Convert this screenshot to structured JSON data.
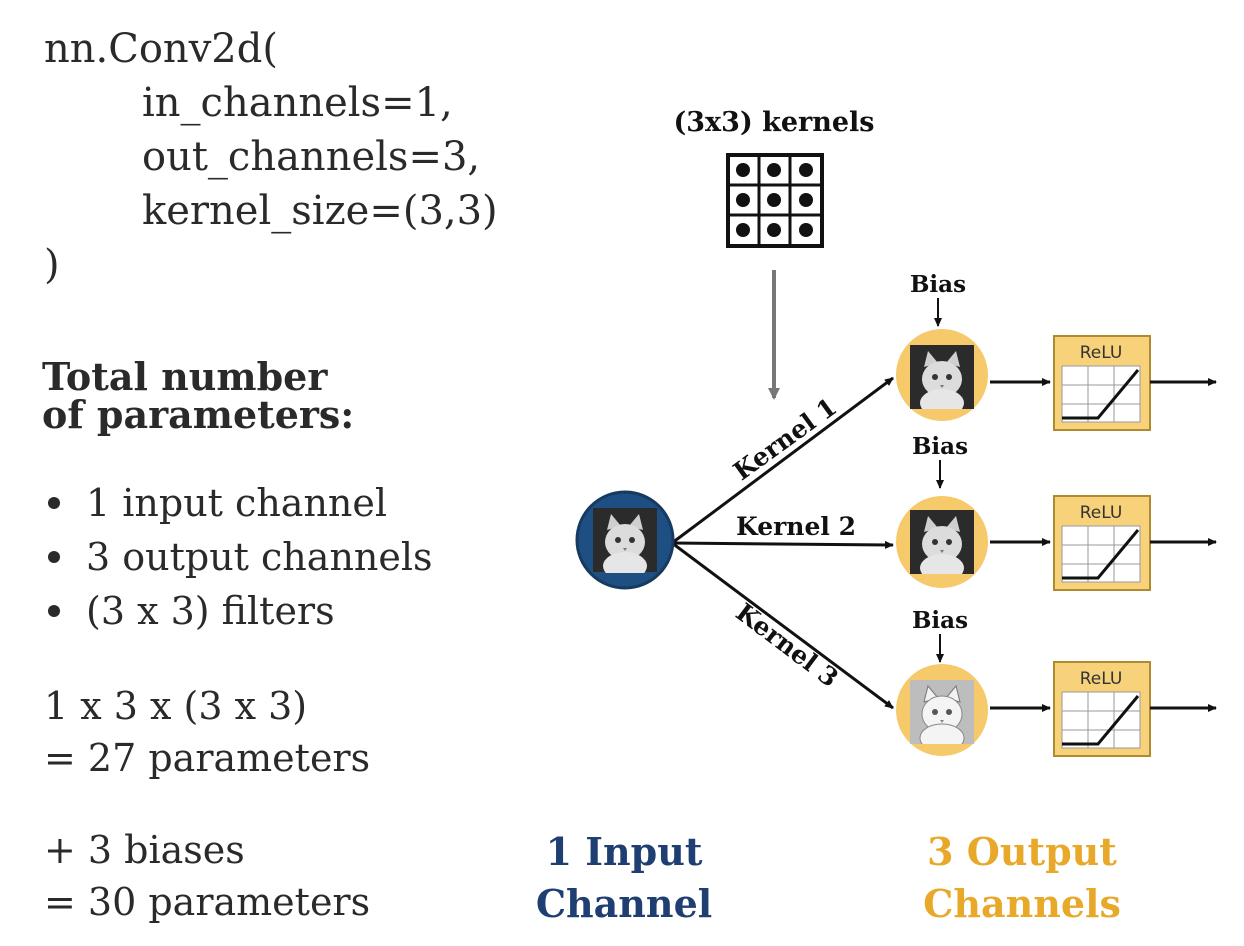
{
  "code": {
    "line1": "nn.Conv2d(",
    "line2": "in_channels=1,",
    "line3": "out_channels=3,",
    "line4": "kernel_size=(3,3)",
    "line5": ")"
  },
  "summary": {
    "heading_line1": "Total number",
    "heading_line2": "of parameters:",
    "bullets": [
      "1 input channel",
      "3 output channels",
      "(3 x 3) filters"
    ],
    "calc1_line1": "1 x 3 x (3 x 3)",
    "calc1_line2": "= 27 parameters",
    "calc2_line1": "+ 3 biases",
    "calc2_line2": "= 30 parameters"
  },
  "diagram": {
    "kernels_label": "(3x3) kernels",
    "bias_label": "Bias",
    "relu_label": "ReLU",
    "edges": [
      "Kernel 1",
      "Kernel 2",
      "Kernel 3"
    ],
    "input_label_line1": "1 Input",
    "input_label_line2": "Channel",
    "output_label_line1": "3 Output",
    "output_label_line2": "Channels"
  },
  "colors": {
    "input_node": "#1d4f82",
    "output_node": "#f6c96b",
    "relu_box": "#f7d27a",
    "input_text": "#1f3f73",
    "output_text": "#e8a92a",
    "arrow_gray": "#777777"
  }
}
